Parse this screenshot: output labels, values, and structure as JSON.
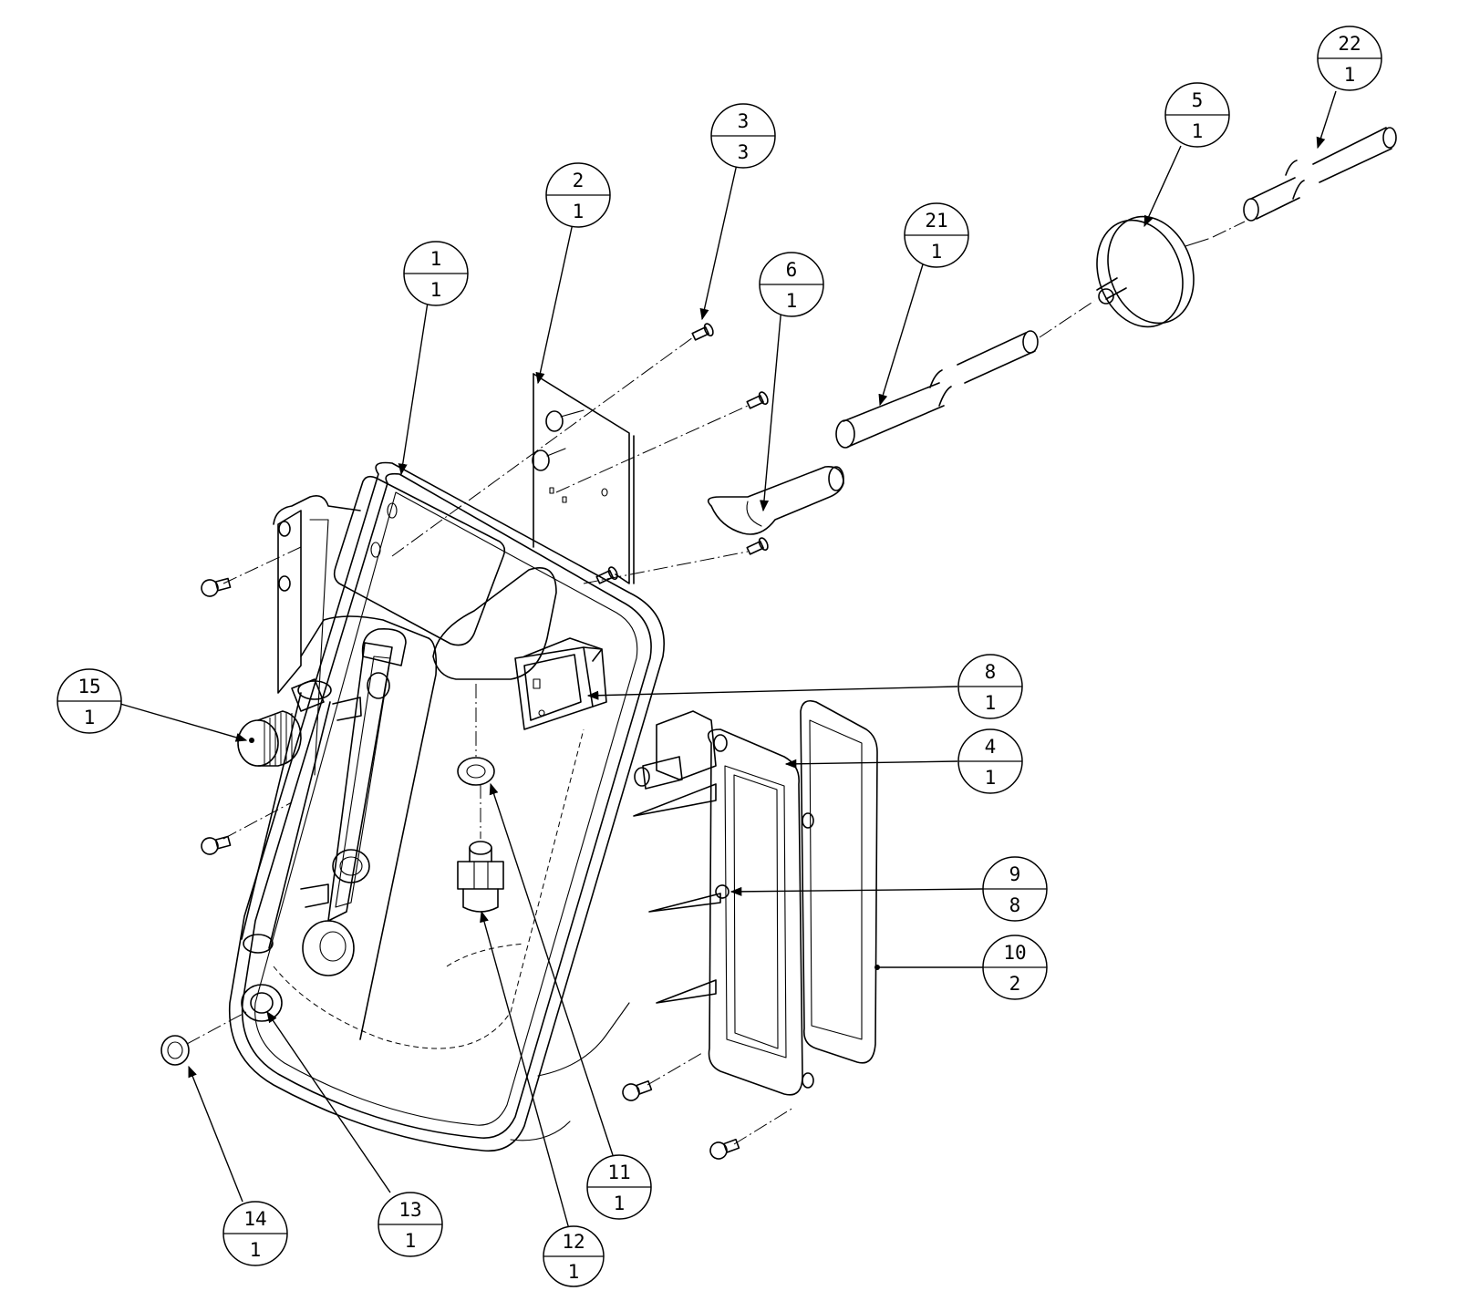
{
  "callouts": [
    {
      "id": "c1",
      "item": "1",
      "qty": "1"
    },
    {
      "id": "c2",
      "item": "2",
      "qty": "1"
    },
    {
      "id": "c3",
      "item": "3",
      "qty": "3"
    },
    {
      "id": "c4",
      "item": "4",
      "qty": "1"
    },
    {
      "id": "c5",
      "item": "5",
      "qty": "1"
    },
    {
      "id": "c6",
      "item": "6",
      "qty": "1"
    },
    {
      "id": "c8",
      "item": "8",
      "qty": "1"
    },
    {
      "id": "c9",
      "item": "9",
      "qty": "8"
    },
    {
      "id": "c10",
      "item": "10",
      "qty": "2"
    },
    {
      "id": "c11",
      "item": "11",
      "qty": "1"
    },
    {
      "id": "c12",
      "item": "12",
      "qty": "1"
    },
    {
      "id": "c13",
      "item": "13",
      "qty": "1"
    },
    {
      "id": "c14",
      "item": "14",
      "qty": "1"
    },
    {
      "id": "c15",
      "item": "15",
      "qty": "1"
    },
    {
      "id": "c21",
      "item": "21",
      "qty": "1"
    },
    {
      "id": "c22",
      "item": "22",
      "qty": "1"
    }
  ]
}
